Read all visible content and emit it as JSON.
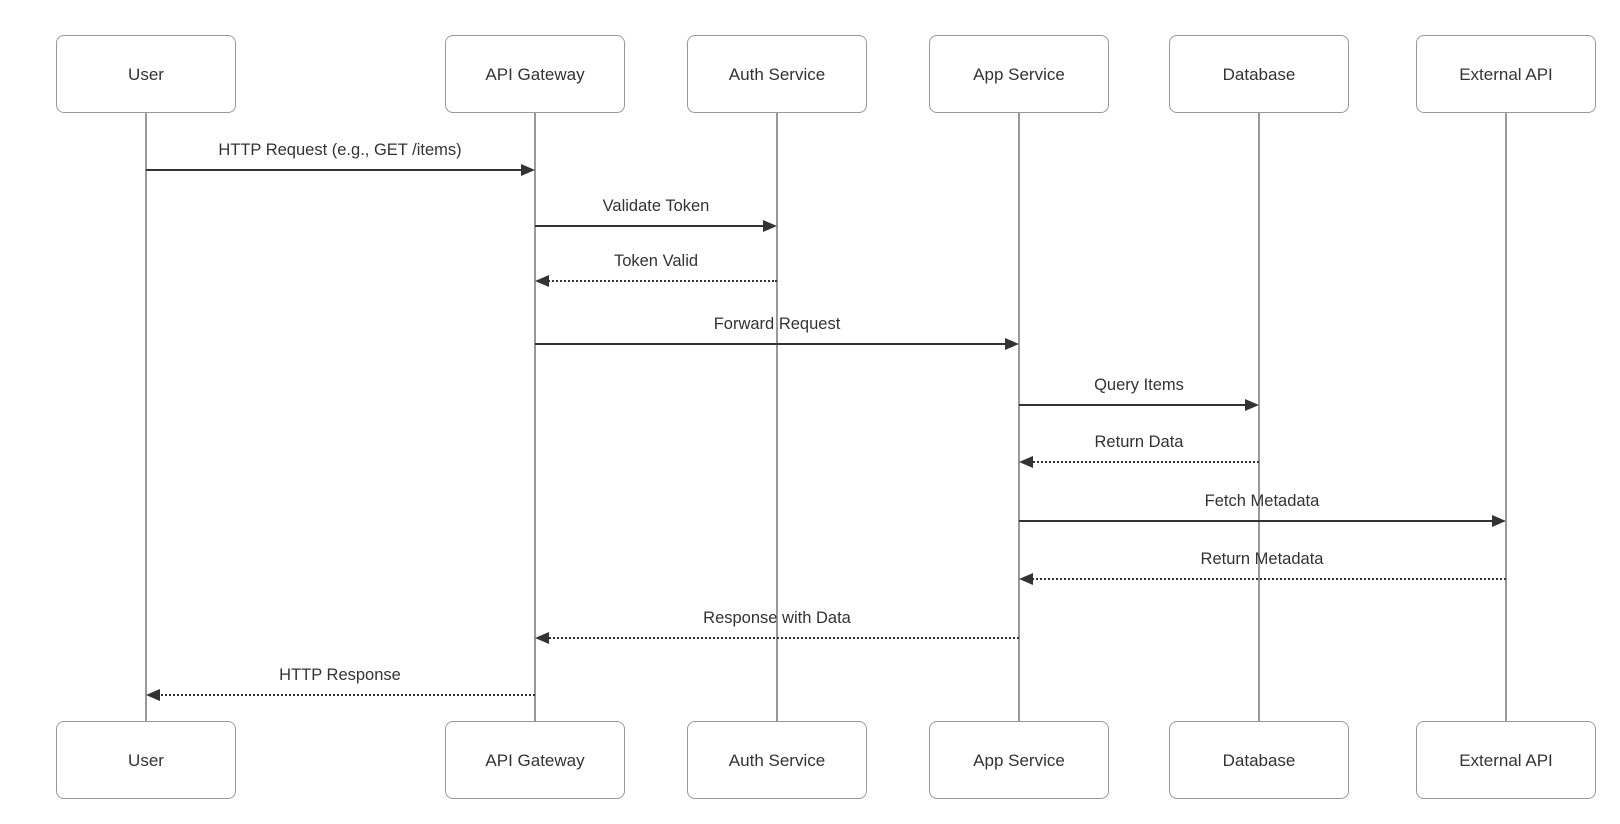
{
  "diagram": {
    "type": "sequence-diagram",
    "colors": {
      "background": "#ffffff",
      "actor_box_fill": "#ffffff",
      "actor_box_border": "#999999",
      "lifeline": "#999999",
      "arrow": "#333333",
      "text": "#333333"
    },
    "participants": [
      {
        "name": "User"
      },
      {
        "name": "API Gateway"
      },
      {
        "name": "Auth Service"
      },
      {
        "name": "App Service"
      },
      {
        "name": "Database"
      },
      {
        "name": "External API"
      }
    ],
    "messages": [
      {
        "from": "User",
        "to": "API Gateway",
        "label": "HTTP Request (e.g., GET /items)",
        "style": "solid"
      },
      {
        "from": "API Gateway",
        "to": "Auth Service",
        "label": "Validate Token",
        "style": "solid"
      },
      {
        "from": "Auth Service",
        "to": "API Gateway",
        "label": "Token Valid",
        "style": "dashed"
      },
      {
        "from": "API Gateway",
        "to": "App Service",
        "label": "Forward Request",
        "style": "solid"
      },
      {
        "from": "App Service",
        "to": "Database",
        "label": "Query Items",
        "style": "solid"
      },
      {
        "from": "Database",
        "to": "App Service",
        "label": "Return Data",
        "style": "dashed"
      },
      {
        "from": "App Service",
        "to": "External API",
        "label": "Fetch Metadata",
        "style": "solid"
      },
      {
        "from": "External API",
        "to": "App Service",
        "label": "Return Metadata",
        "style": "dashed"
      },
      {
        "from": "App Service",
        "to": "API Gateway",
        "label": "Response with Data",
        "style": "dashed"
      },
      {
        "from": "API Gateway",
        "to": "User",
        "label": "HTTP Response",
        "style": "dashed"
      }
    ]
  }
}
